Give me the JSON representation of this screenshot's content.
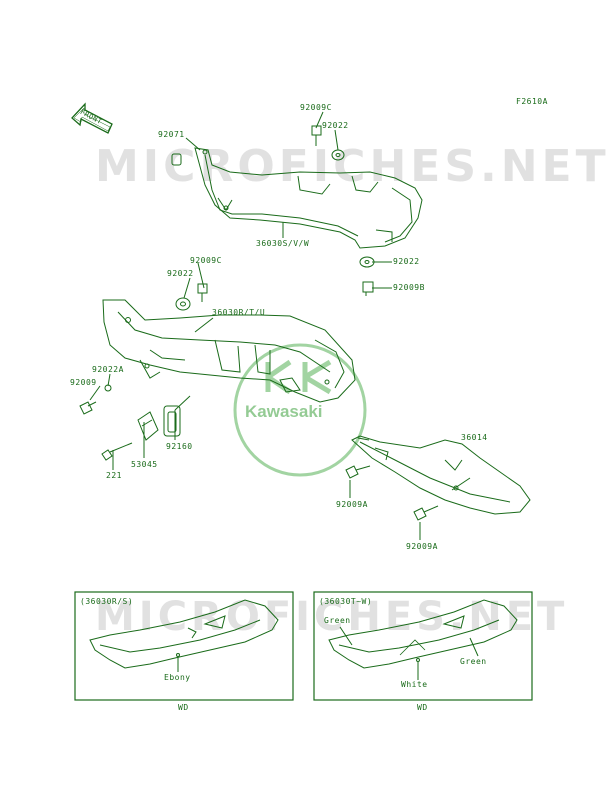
{
  "figure_code": "F2610A",
  "front_arrow": "FRONT",
  "watermark": {
    "site": "MICROFICHES.NET",
    "brand": "Kawasaki"
  },
  "parts": {
    "p92009C_top": "92009C",
    "p92022_top": "92022",
    "p92071": "92071",
    "p36030SVW": "36030S/V/W",
    "p92022_right": "92022",
    "p92009B": "92009B",
    "p92009C_mid": "92009C",
    "p92022_mid": "92022",
    "p36030RTU": "36030R/T/U",
    "p92022A": "92022A",
    "p92009_left": "92009",
    "p92160": "92160",
    "p53045": "53045",
    "p221": "221",
    "p36014": "36014",
    "p92009A_1": "92009A",
    "p92009A_2": "92009A"
  },
  "inset_left": {
    "title": "(36030R/S)",
    "color_label": "Ebony",
    "caption": "WD"
  },
  "inset_right": {
    "title": "(36030T~W)",
    "color_label_1": "Green",
    "color_label_2": "Green",
    "color_label_3": "White",
    "caption": "WD"
  },
  "colors": {
    "line": "#1a6b1a",
    "watermark": "#aaaaaa"
  }
}
